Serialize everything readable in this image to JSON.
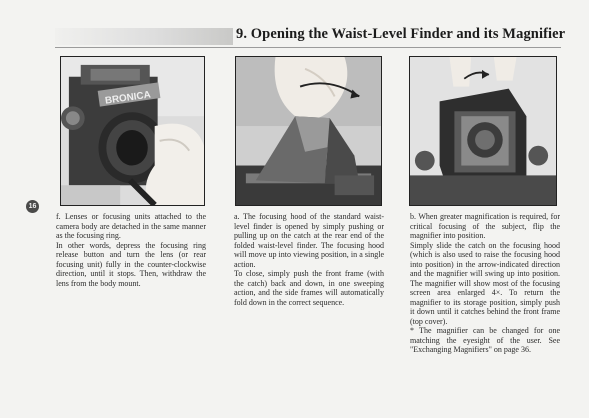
{
  "header": {
    "title": "9.  Opening the Waist-Level Finder and its Magnifier"
  },
  "page_number": "16",
  "photos": {
    "f": {
      "brand_mark": "BRONICA"
    },
    "a": {},
    "b": {}
  },
  "columns": {
    "f": [
      "f.  Lenses or focusing units attached to the camera body are detached in the same manner as the focusing ring.",
      "In other words, depress the focusing ring release button and turn the lens (or rear focusing unit) fully in the counter-clockwise direction, until it stops.  Then, withdraw the lens from the body mount."
    ],
    "a": [
      "a.  The focusing hood of the standard waist-level finder is opened by simply pushing or pulling up on the catch at the rear end of the folded waist-level finder.  The focusing hood will move up into viewing position, in a single action.",
      "To close, simply push the front frame (with the catch) back and down, in one sweeping action, and the side frames will automatically fold down in the correct sequence."
    ],
    "b": [
      "b.  When greater magnification is required, for critical focusing of the subject, flip the magnifier into position.",
      "Simply slide the catch on the focusing hood (which is also used to raise the focusing hood into position) in the arrow-indicated direction and the magnifier will swing up into position.  The magnifier will show most of the focusing screen area enlarged 4×.  To return the magnifier to its storage position, simply push it down until it catches behind the front frame (top cover).",
      "* The magnifier can be changed for one matching the eyesight of the user.  See \"Exchanging Magnifiers\" on page 36."
    ]
  }
}
